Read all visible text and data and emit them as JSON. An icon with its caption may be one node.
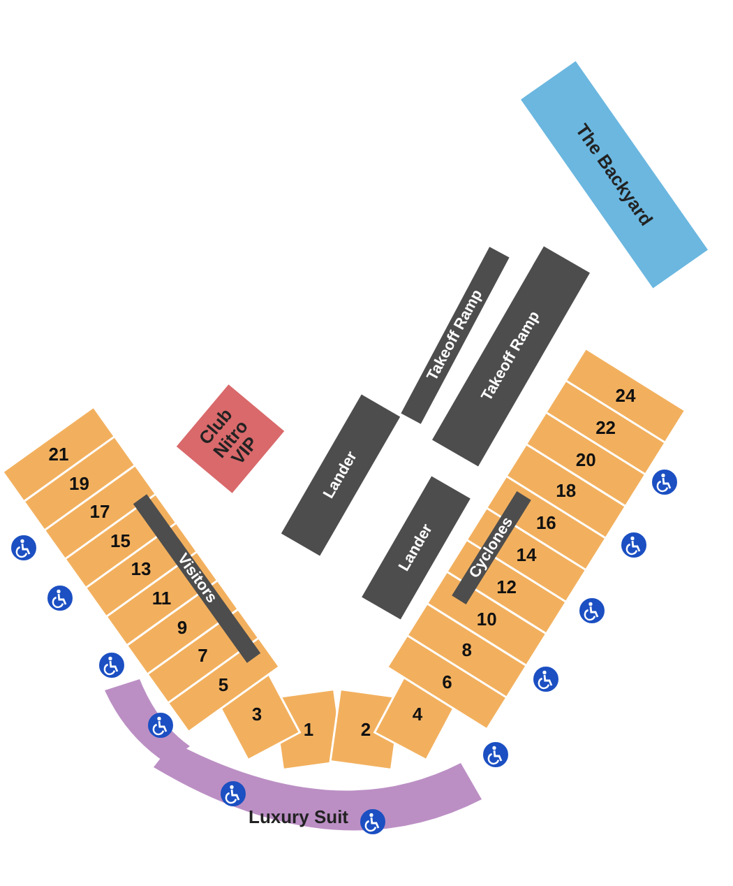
{
  "diagram": {
    "nodes": [
      {
        "text": [
          "The Backyard"
        ]
      },
      {
        "text": [
          "Takeoff Ramp"
        ]
      },
      {
        "text": [
          "Takeoff Ramp"
        ]
      },
      {
        "text": [
          "Club Nitro VIP"
        ]
      },
      {
        "text": [
          "Lander"
        ]
      },
      {
        "text": [
          "Lander"
        ]
      },
      {
        "text": [
          "Visitors"
        ]
      },
      {
        "text": [
          "Cyclones"
        ]
      },
      {
        "text": [
          "1"
        ]
      },
      {
        "text": [
          "2"
        ]
      },
      {
        "text": [
          "3"
        ]
      },
      {
        "text": [
          "4"
        ]
      },
      {
        "text": [
          "5"
        ]
      },
      {
        "text": [
          "6"
        ]
      },
      {
        "text": [
          "7"
        ]
      },
      {
        "text": [
          "8"
        ]
      },
      {
        "text": [
          "9"
        ]
      },
      {
        "text": [
          "10"
        ]
      },
      {
        "text": [
          "11"
        ]
      },
      {
        "text": [
          "12"
        ]
      },
      {
        "text": [
          "13"
        ]
      },
      {
        "text": [
          "14"
        ]
      },
      {
        "text": [
          "15"
        ]
      },
      {
        "text": [
          "16"
        ]
      },
      {
        "text": [
          "17"
        ]
      },
      {
        "text": [
          "18"
        ]
      },
      {
        "text": [
          "19"
        ]
      },
      {
        "text": [
          "20"
        ]
      },
      {
        "text": [
          "21"
        ]
      },
      {
        "text": [
          "22"
        ]
      },
      {
        "text": [
          "24"
        ]
      },
      {
        "text": [],
        "shape": "bar"
      },
      {
        "text": [
          "Luxury Suit"
        ]
      }
    ]
  }
}
